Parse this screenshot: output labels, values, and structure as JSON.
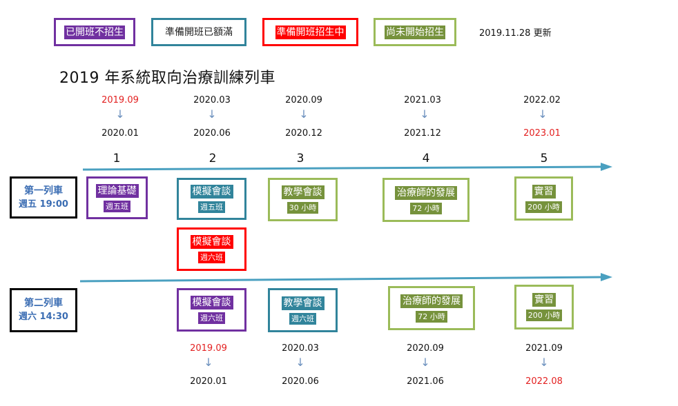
{
  "colors": {
    "closed": "#7030a0",
    "full": "#31849b",
    "open": "#ff0000",
    "not_yet": "#76923c",
    "not_yet_border": "#9bbb59",
    "track_line": "#4aa0c0",
    "train_text": "#3b6db3",
    "highlight_date": "#e32020"
  },
  "legend": [
    {
      "label": "已開班不招生",
      "status": "closed"
    },
    {
      "label": "準備開班已額滿",
      "status": "full"
    },
    {
      "label": "準備開班招生中",
      "status": "open"
    },
    {
      "label": "尚未開始招生",
      "status": "not_yet"
    }
  ],
  "update_date": "2019.11.28 更新",
  "title": "2019 年系統取向治療訓練列車",
  "arrow_icon": "arrow-down-icon",
  "stages": [
    {
      "number": "1",
      "start": "2019.09",
      "start_highlight": true,
      "end": "2020.01",
      "end_highlight": false
    },
    {
      "number": "2",
      "start": "2020.03",
      "start_highlight": false,
      "end": "2020.06",
      "end_highlight": false
    },
    {
      "number": "3",
      "start": "2020.09",
      "start_highlight": false,
      "end": "2020.12",
      "end_highlight": false
    },
    {
      "number": "4",
      "start": "2021.03",
      "start_highlight": false,
      "end": "2021.12",
      "end_highlight": false
    },
    {
      "number": "5",
      "start": "2022.02",
      "start_highlight": false,
      "end": "2023.01",
      "end_highlight": true
    }
  ],
  "train1": {
    "name": "第一列車",
    "schedule": "週五 19:00",
    "courses": [
      {
        "name": "理論基礎",
        "sub": "週五班",
        "status": "closed"
      },
      {
        "name": "模擬會談",
        "sub": "週五班",
        "status": "full"
      },
      {
        "name": "模擬會談",
        "sub": "週六班",
        "status": "open"
      },
      {
        "name": "教學會談",
        "sub": "30 小時",
        "status": "not_yet"
      },
      {
        "name": "治療師的發展",
        "sub": "72 小時",
        "status": "not_yet"
      },
      {
        "name": "實習",
        "sub": "200 小時",
        "status": "not_yet"
      }
    ]
  },
  "train2": {
    "name": "第二列車",
    "schedule": "週六 14:30",
    "courses": [
      {
        "name": "模擬會談",
        "sub": "週六班",
        "status": "closed"
      },
      {
        "name": "教學會談",
        "sub": "週六班",
        "status": "full"
      },
      {
        "name": "治療師的發展",
        "sub": "72 小時",
        "status": "not_yet"
      },
      {
        "name": "實習",
        "sub": "200 小時",
        "status": "not_yet"
      }
    ],
    "dates": [
      {
        "start": "2019.09",
        "start_highlight": true,
        "end": "2020.01",
        "end_highlight": false
      },
      {
        "start": "2020.03",
        "start_highlight": false,
        "end": "2020.06",
        "end_highlight": false
      },
      {
        "start": "2020.09",
        "start_highlight": false,
        "end": "2021.06",
        "end_highlight": false
      },
      {
        "start": "2021.09",
        "start_highlight": false,
        "end": "2022.08",
        "end_highlight": true
      }
    ]
  }
}
